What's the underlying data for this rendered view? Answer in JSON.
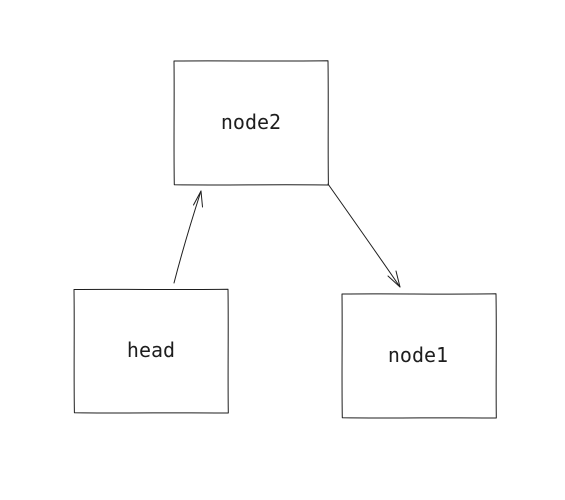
{
  "diagram": {
    "nodes": [
      {
        "id": "node2",
        "label": "node2"
      },
      {
        "id": "head",
        "label": "head"
      },
      {
        "id": "node1",
        "label": "node1"
      }
    ],
    "edges": [
      {
        "from": "head",
        "to": "node2"
      },
      {
        "from": "node2",
        "to": "node1"
      }
    ],
    "stroke_color": "#1e1e1e",
    "background_color": "#ffffff"
  }
}
